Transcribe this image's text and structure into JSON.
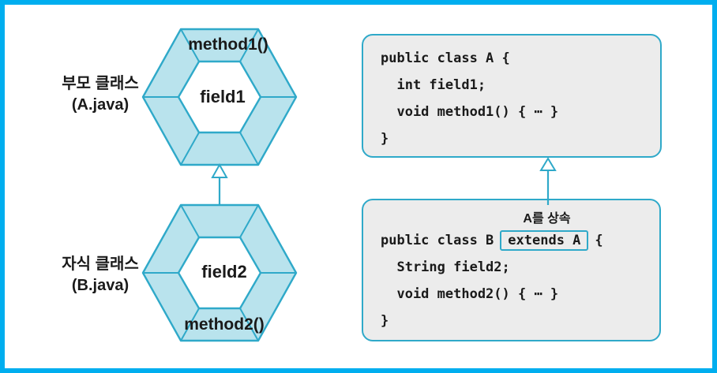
{
  "colors": {
    "frame": "#00aeef",
    "diagram_stroke": "#2fa9c9",
    "hexagon_fill": "#b9e3ed",
    "codebox_fill": "#ececec",
    "text": "#1a1a1a"
  },
  "left_diagram": {
    "parent": {
      "name_line1": "부모 클래스",
      "name_line2": "(A.java)",
      "top_face_label": "method1()",
      "field_label": "field1"
    },
    "child": {
      "name_line1": "자식 클래스",
      "name_line2": "(B.java)",
      "field_label": "field2",
      "bottom_face_label": "method2()"
    }
  },
  "code": {
    "class_a": {
      "lines": [
        "public class A {",
        "  int field1;",
        "  void method1() { ⋯ }",
        "}"
      ]
    },
    "class_b": {
      "annotation": "A를 상속",
      "line1_prefix": "public class B",
      "extends_label": "extends A",
      "line1_suffix": "{",
      "line2": "  String field2;",
      "line3": "  void method2() { ⋯ }",
      "line4": "}"
    }
  }
}
